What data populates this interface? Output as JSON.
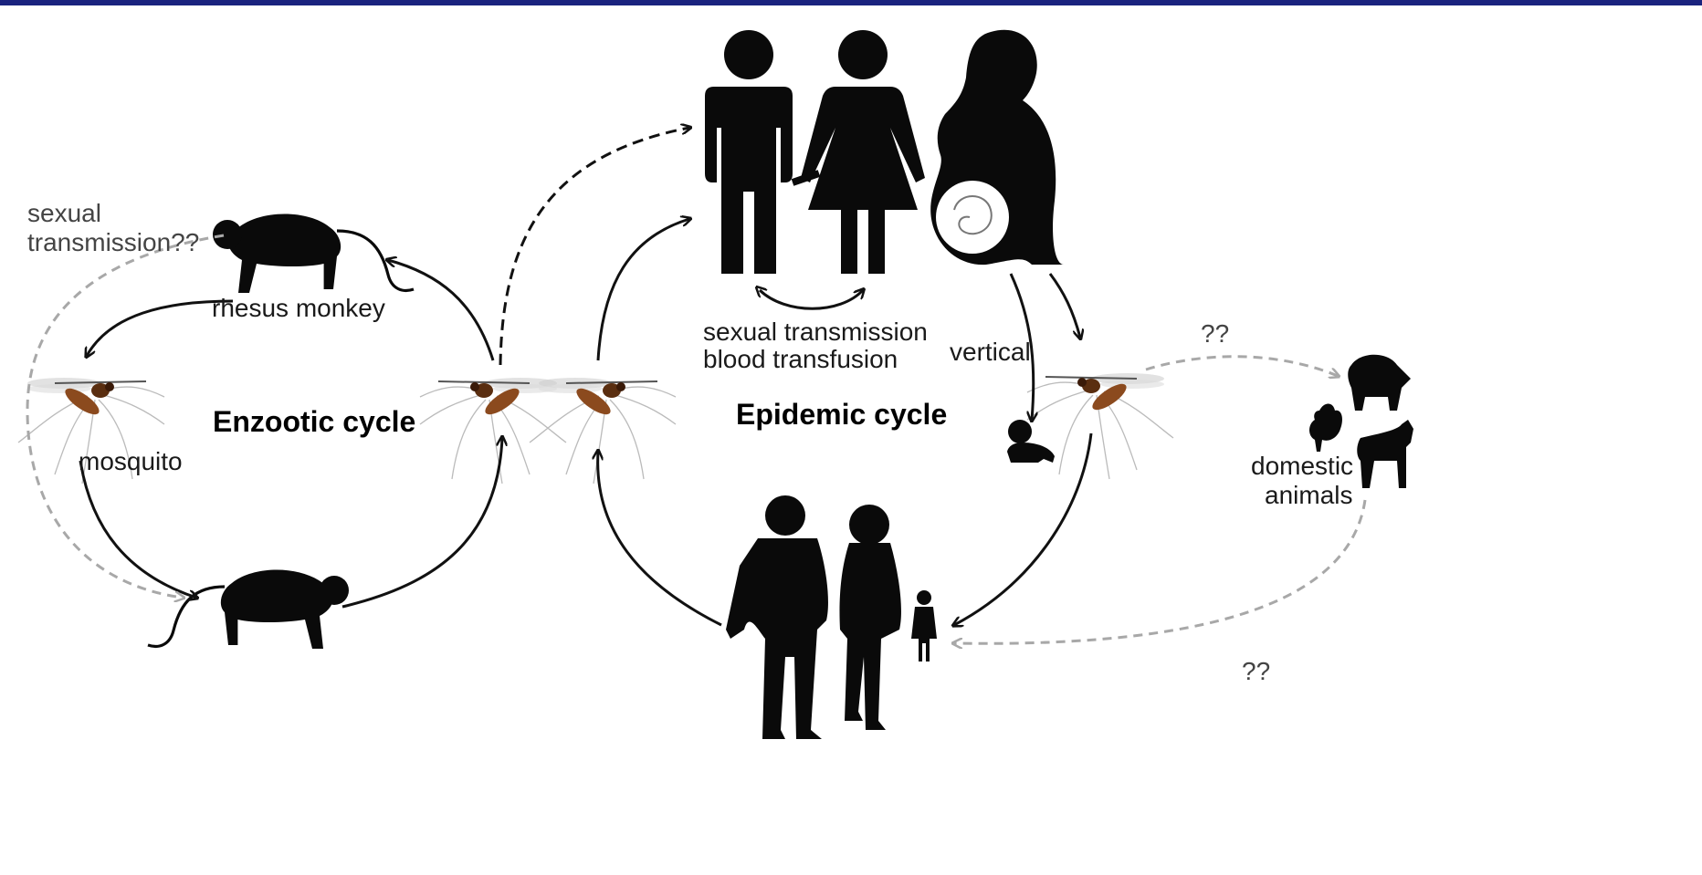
{
  "diagram": {
    "cycles": {
      "enzootic": "Enzootic cycle",
      "epidemic": "Epidemic cycle"
    },
    "labels": {
      "sexual_transmission_q": [
        "sexual",
        "transmission??"
      ],
      "rhesus_monkey": "rhesus monkey",
      "mosquito": "mosquito",
      "sexual_blood": [
        "sexual transmission",
        "blood transfusion"
      ],
      "vertical": "vertical",
      "domestic_animals": [
        "domestic",
        "animals"
      ],
      "qq_top": "??",
      "qq_bottom": "??"
    },
    "colors": {
      "header_bar": "#1a237e",
      "silhouette": "#0a0a0a",
      "solid_arrow": "#111111",
      "dashed_gray_arrow": "#a8a8a8",
      "mosquito_body": "#8b4a1e"
    },
    "icons": [
      "monkey-icon",
      "mosquito-icon",
      "man-icon",
      "woman-icon",
      "pregnant-woman-icon",
      "baby-icon",
      "pig-icon",
      "rooster-icon",
      "goat-icon",
      "walking-family-icon"
    ]
  }
}
